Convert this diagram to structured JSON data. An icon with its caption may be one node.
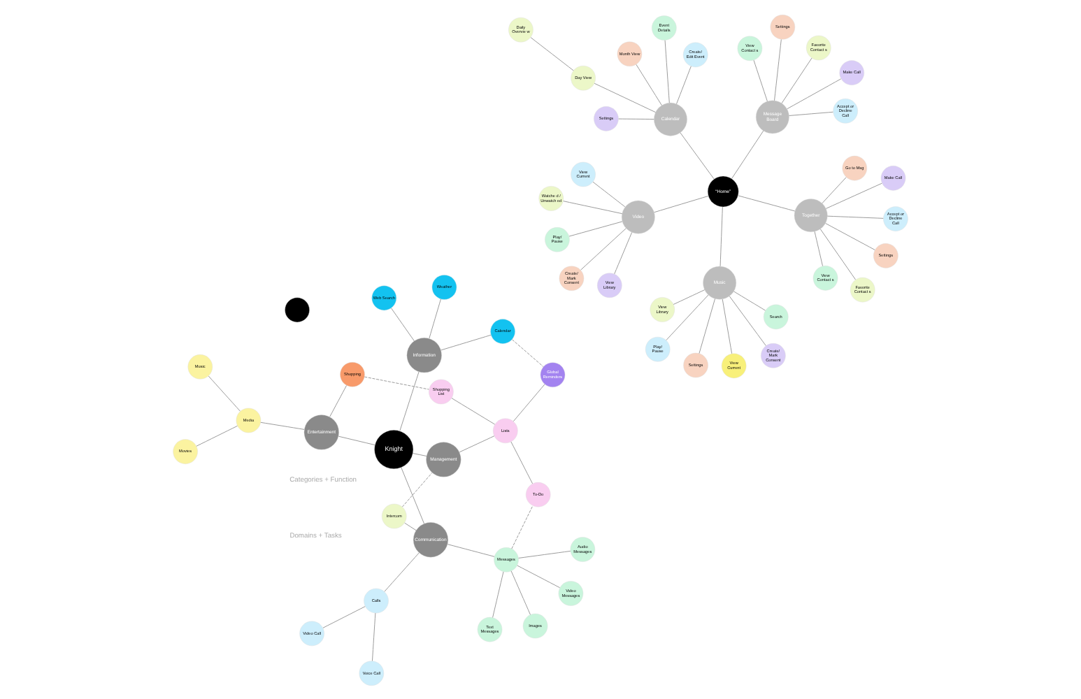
{
  "diagram": {
    "nodes": [
      {
        "text": [],
        "shape": "circle"
      },
      {
        "text": [
          "Knight"
        ]
      },
      {
        "text": [
          "Communication"
        ]
      },
      {
        "text": [
          "Calls"
        ]
      },
      {
        "text": [
          "Video Call"
        ]
      },
      {
        "text": [
          "Voice Call"
        ]
      },
      {
        "text": [
          "Messages"
        ]
      },
      {
        "text": [
          "Text Messages"
        ]
      },
      {
        "text": [
          "Audio Messages"
        ]
      },
      {
        "text": [
          "Images"
        ]
      },
      {
        "text": [
          "Video Messages"
        ]
      },
      {
        "text": [
          "Intercom"
        ]
      },
      {
        "text": [
          "Information"
        ]
      },
      {
        "text": [
          "Weather"
        ]
      },
      {
        "text": [
          "Web Search"
        ]
      },
      {
        "text": [
          "Calendar"
        ]
      },
      {
        "text": [
          "Entertainment"
        ]
      },
      {
        "text": [
          "Media"
        ]
      },
      {
        "text": [
          "Music"
        ]
      },
      {
        "text": [
          "Movies"
        ]
      },
      {
        "text": [
          "Shopping"
        ]
      },
      {
        "text": [
          "Management"
        ]
      },
      {
        "text": [
          "Global Reminders"
        ]
      },
      {
        "text": [
          "Lists"
        ]
      },
      {
        "text": [
          "To-Do"
        ]
      },
      {
        "text": [
          "Shopping List"
        ]
      },
      {
        "text": [
          "“Home”"
        ]
      },
      {
        "text": [
          "Music"
        ]
      },
      {
        "text": [
          "View Current"
        ]
      },
      {
        "text": [
          "View Library"
        ]
      },
      {
        "text": [
          "Search"
        ]
      },
      {
        "text": [
          "Play/ Pause"
        ]
      },
      {
        "text": [
          "Settings"
        ]
      },
      {
        "text": [
          "Create/ Mark Consent"
        ]
      },
      {
        "text": [
          "Together"
        ]
      },
      {
        "text": [
          "Settings"
        ]
      },
      {
        "text": [
          "Favorite Contact s"
        ]
      },
      {
        "text": [
          "View Contact s"
        ]
      },
      {
        "text": [
          "Accept or Decline Call"
        ]
      },
      {
        "text": [
          "Make Call"
        ]
      },
      {
        "text": [
          "Go to Msg"
        ]
      },
      {
        "text": [
          "Video"
        ]
      },
      {
        "text": [
          "View Library"
        ]
      },
      {
        "text": [
          "View Current"
        ]
      },
      {
        "text": [
          "Play/ Pause"
        ]
      },
      {
        "text": [
          "Watche d / Unwatch ed"
        ]
      },
      {
        "text": [
          "Create/ Mark Consent"
        ]
      },
      {
        "text": [
          "Message Board"
        ]
      },
      {
        "text": [
          "Settings"
        ]
      },
      {
        "text": [
          "Favorite Contact s"
        ]
      },
      {
        "text": [
          "View Contact s"
        ]
      },
      {
        "text": [
          "Accept or Decline Call"
        ]
      },
      {
        "text": [
          "Make Call"
        ]
      },
      {
        "text": [
          "Calendar"
        ]
      },
      {
        "text": [
          "Settings"
        ]
      },
      {
        "text": [
          "Create/ Edit Event"
        ]
      },
      {
        "text": [
          "Event Details"
        ]
      },
      {
        "text": [
          "Day View"
        ]
      },
      {
        "text": [
          "Daily Overvie w"
        ]
      },
      {
        "text": [
          "Month View"
        ]
      }
    ],
    "edges": [
      {
        "from": 1,
        "to": 2,
        "arrow": "none"
      },
      {
        "from": 1,
        "to": 12,
        "arrow": "none"
      },
      {
        "from": 1,
        "to": 16,
        "arrow": "none"
      },
      {
        "from": 1,
        "to": 21,
        "arrow": "none"
      },
      {
        "from": 2,
        "to": 3,
        "arrow": "none"
      },
      {
        "from": 3,
        "to": 4,
        "arrow": "none"
      },
      {
        "from": 3,
        "to": 5,
        "arrow": "none"
      },
      {
        "from": 2,
        "to": 6,
        "arrow": "none"
      },
      {
        "from": 6,
        "to": 7,
        "arrow": "none"
      },
      {
        "from": 6,
        "to": 8,
        "arrow": "none"
      },
      {
        "from": 6,
        "to": 9,
        "arrow": "none"
      },
      {
        "from": 6,
        "to": 10,
        "arrow": "none"
      },
      {
        "from": 2,
        "to": 11,
        "arrow": "none"
      },
      {
        "from": 11,
        "to": 21,
        "arrow": "none",
        "style": "dashed"
      },
      {
        "from": 12,
        "to": 13,
        "arrow": "none"
      },
      {
        "from": 12,
        "to": 14,
        "arrow": "none"
      },
      {
        "from": 12,
        "to": 15,
        "arrow": "none"
      },
      {
        "from": 16,
        "to": 17,
        "arrow": "none"
      },
      {
        "from": 17,
        "to": 18,
        "arrow": "none"
      },
      {
        "from": 17,
        "to": 19,
        "arrow": "none"
      },
      {
        "from": 16,
        "to": 20,
        "arrow": "none"
      },
      {
        "from": 21,
        "to": 23,
        "arrow": "none"
      },
      {
        "from": 22,
        "to": 23,
        "arrow": "none"
      },
      {
        "from": 23,
        "to": 24,
        "arrow": "none"
      },
      {
        "from": 23,
        "to": 25,
        "arrow": "none"
      },
      {
        "from": 15,
        "to": 22,
        "arrow": "none",
        "style": "dashed"
      },
      {
        "from": 6,
        "to": 24,
        "arrow": "none",
        "style": "dashed"
      },
      {
        "from": 20,
        "to": 25,
        "arrow": "none",
        "style": "dashed"
      },
      {
        "from": 26,
        "to": 27,
        "arrow": "none"
      },
      {
        "from": 26,
        "to": 34,
        "arrow": "none"
      },
      {
        "from": 26,
        "to": 41,
        "arrow": "none"
      },
      {
        "from": 26,
        "to": 47,
        "arrow": "none"
      },
      {
        "from": 26,
        "to": 53,
        "arrow": "none"
      },
      {
        "from": 27,
        "to": 28,
        "arrow": "none"
      },
      {
        "from": 27,
        "to": 29,
        "arrow": "none"
      },
      {
        "from": 27,
        "to": 30,
        "arrow": "none"
      },
      {
        "from": 27,
        "to": 31,
        "arrow": "none"
      },
      {
        "from": 27,
        "to": 32,
        "arrow": "none"
      },
      {
        "from": 27,
        "to": 33,
        "arrow": "none"
      },
      {
        "from": 34,
        "to": 35,
        "arrow": "none"
      },
      {
        "from": 34,
        "to": 36,
        "arrow": "none"
      },
      {
        "from": 34,
        "to": 37,
        "arrow": "none"
      },
      {
        "from": 34,
        "to": 38,
        "arrow": "none"
      },
      {
        "from": 34,
        "to": 39,
        "arrow": "none"
      },
      {
        "from": 34,
        "to": 40,
        "arrow": "none"
      },
      {
        "from": 41,
        "to": 42,
        "arrow": "none"
      },
      {
        "from": 41,
        "to": 43,
        "arrow": "none"
      },
      {
        "from": 41,
        "to": 44,
        "arrow": "none"
      },
      {
        "from": 41,
        "to": 45,
        "arrow": "none"
      },
      {
        "from": 41,
        "to": 46,
        "arrow": "none"
      },
      {
        "from": 47,
        "to": 48,
        "arrow": "none"
      },
      {
        "from": 47,
        "to": 49,
        "arrow": "none"
      },
      {
        "from": 47,
        "to": 50,
        "arrow": "none"
      },
      {
        "from": 47,
        "to": 51,
        "arrow": "none"
      },
      {
        "from": 47,
        "to": 52,
        "arrow": "none"
      },
      {
        "from": 53,
        "to": 54,
        "arrow": "none"
      },
      {
        "from": 53,
        "to": 55,
        "arrow": "none"
      },
      {
        "from": 53,
        "to": 56,
        "arrow": "none"
      },
      {
        "from": 53,
        "to": 57,
        "arrow": "none"
      },
      {
        "from": 57,
        "to": 58,
        "arrow": "none"
      },
      {
        "from": 53,
        "to": 59,
        "arrow": "none"
      }
    ],
    "labels": [
      "Categories + Function",
      "Domains + Tasks"
    ]
  }
}
